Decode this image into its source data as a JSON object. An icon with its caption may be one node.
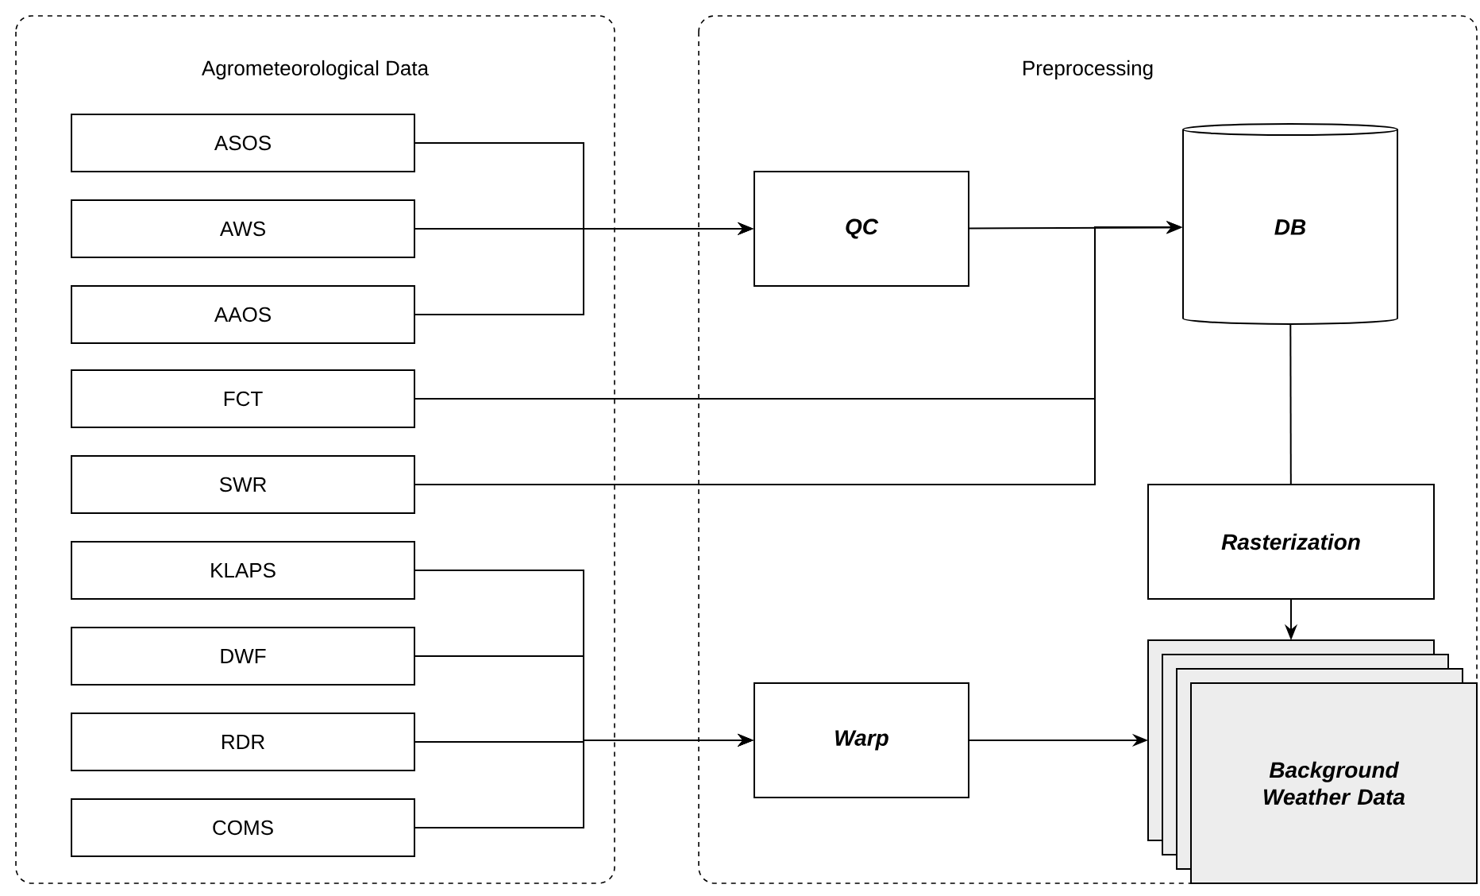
{
  "diagram": {
    "nodes": [
      {
        "text": [
          "Agrometeorological Data"
        ]
      },
      {
        "text": [
          "Preprocessing"
        ]
      },
      {
        "text": [
          "ASOS"
        ],
        "in": 0
      },
      {
        "text": [
          "AWS"
        ],
        "in": 0
      },
      {
        "text": [
          "AAOS"
        ],
        "in": 0
      },
      {
        "text": [
          "FCT"
        ],
        "in": 0
      },
      {
        "text": [
          "SWR"
        ],
        "in": 0
      },
      {
        "text": [
          "KLAPS"
        ],
        "in": 0
      },
      {
        "text": [
          "DWF"
        ],
        "in": 0
      },
      {
        "text": [
          "RDR"
        ],
        "in": 0
      },
      {
        "text": [
          "COMS"
        ],
        "in": 0
      },
      {
        "text": [
          "QC"
        ],
        "in": 1
      },
      {
        "text": [
          "DB"
        ],
        "in": 1
      },
      {
        "text": [
          "Rasterization"
        ],
        "in": 1
      },
      {
        "text": [
          "Warp"
        ],
        "in": 1
      },
      {
        "text": [
          "Background Weather Data"
        ],
        "in": 1
      }
    ],
    "edges": [
      {
        "from": 2,
        "to": 11,
        "arrow": "to"
      },
      {
        "from": 3,
        "to": 11,
        "arrow": "to"
      },
      {
        "from": 4,
        "to": 11,
        "arrow": "to"
      },
      {
        "from": 11,
        "to": 12,
        "arrow": "to"
      },
      {
        "from": 5,
        "to": 12,
        "arrow": "to"
      },
      {
        "from": 6,
        "to": 12,
        "arrow": "to"
      },
      {
        "from": 12,
        "to": 13,
        "arrow": "none"
      },
      {
        "from": 13,
        "to": 15,
        "arrow": "to"
      },
      {
        "from": 7,
        "to": 14,
        "arrow": "to"
      },
      {
        "from": 8,
        "to": 14,
        "arrow": "to"
      },
      {
        "from": 9,
        "to": 14,
        "arrow": "to"
      },
      {
        "from": 10,
        "to": 14,
        "arrow": "to"
      },
      {
        "from": 14,
        "to": 15,
        "arrow": "to"
      }
    ]
  }
}
